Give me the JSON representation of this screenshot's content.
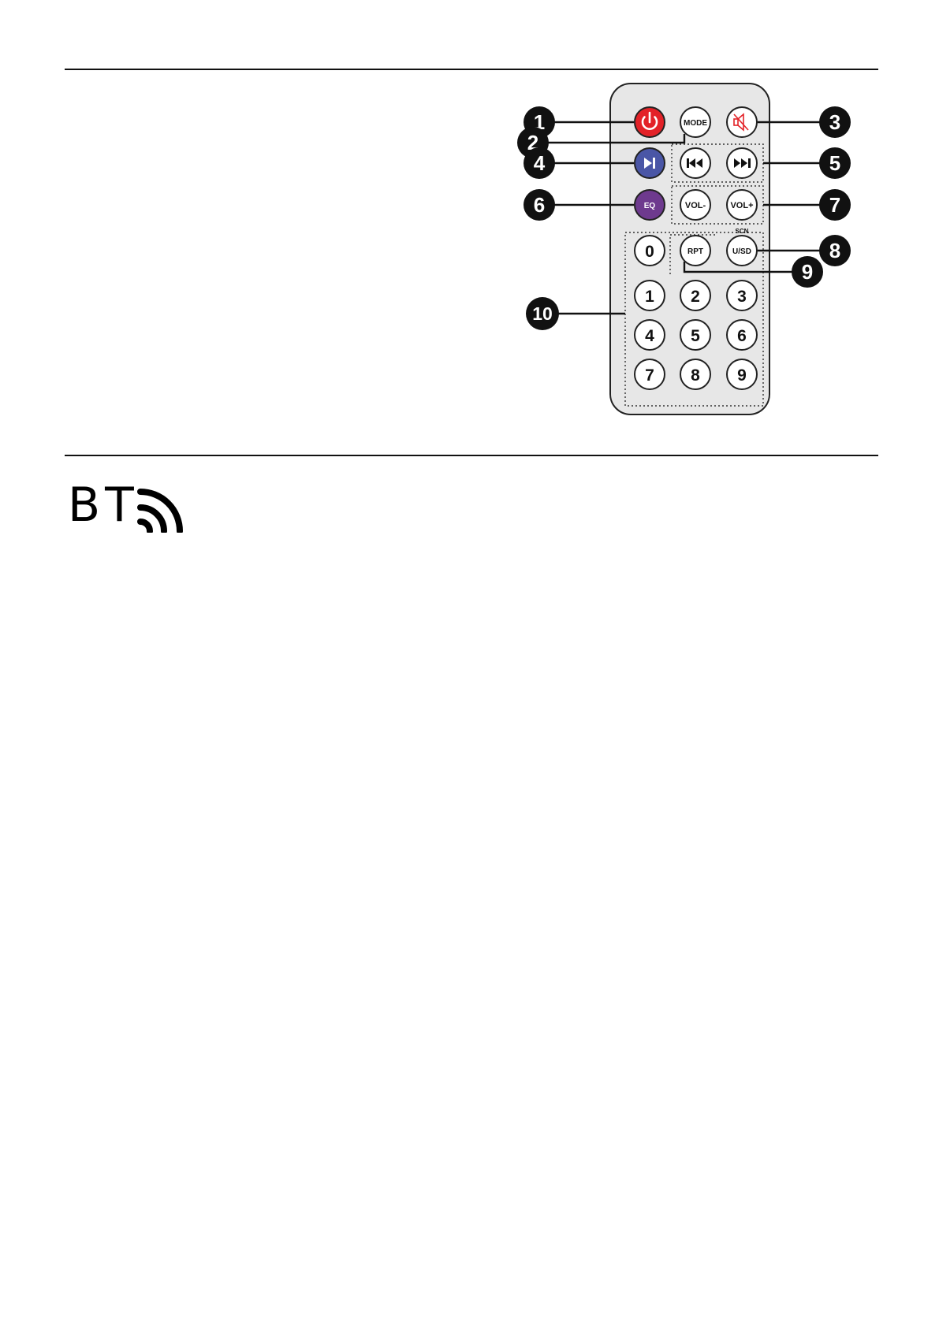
{
  "remote": {
    "buttons": {
      "power": {
        "icon": "power-icon",
        "color": "#e32228"
      },
      "mode": {
        "label": "MODE"
      },
      "mute": {
        "icon": "mute-speaker-icon",
        "color": "#e32228"
      },
      "play_pause": {
        "icon": "play-pause-icon",
        "color": "#4a56a6"
      },
      "prev": {
        "icon": "skip-previous-icon"
      },
      "next": {
        "icon": "skip-next-icon"
      },
      "eq": {
        "label": "EQ",
        "color": "#6e3a8e"
      },
      "vol_down": {
        "label": "VOL-"
      },
      "vol_up": {
        "label": "VOL+"
      },
      "scn_caption": "SCN",
      "usd": {
        "label": "U/SD"
      },
      "rpt": {
        "label": "RPT"
      },
      "digits": [
        "0",
        "1",
        "2",
        "3",
        "4",
        "5",
        "6",
        "7",
        "8",
        "9"
      ]
    },
    "callouts": [
      "1",
      "2",
      "3",
      "4",
      "5",
      "6",
      "7",
      "8",
      "9",
      "10"
    ]
  },
  "bt_logo": {
    "text": "BT",
    "icon": "wireless-waves-icon"
  }
}
